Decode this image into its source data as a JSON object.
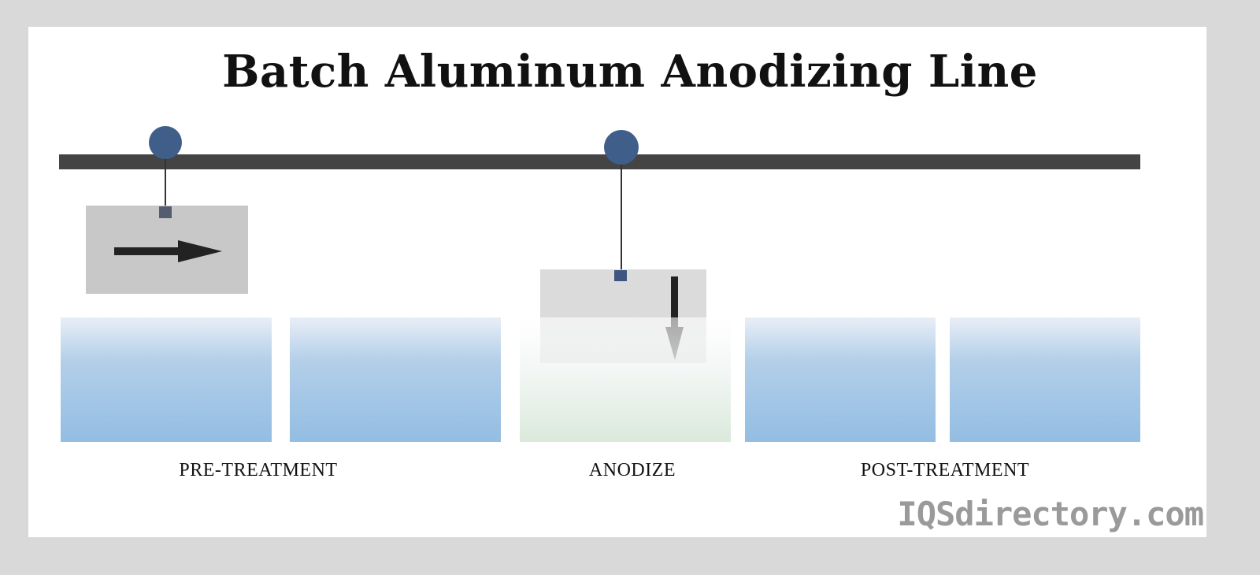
{
  "title": "Batch Aluminum Anodizing Line",
  "stages": {
    "pre_treatment": "PRE-TREATMENT",
    "anodize": "ANODIZE",
    "post_treatment": "POST-TREATMENT"
  },
  "logo": "IQSdirectory.com",
  "colors": {
    "rail": "#444444",
    "trolley": "#3f5f8a",
    "part": "#c8c8c8",
    "tank_water": "#9fc3e3",
    "tank_anodize": "#dbe9dd"
  }
}
